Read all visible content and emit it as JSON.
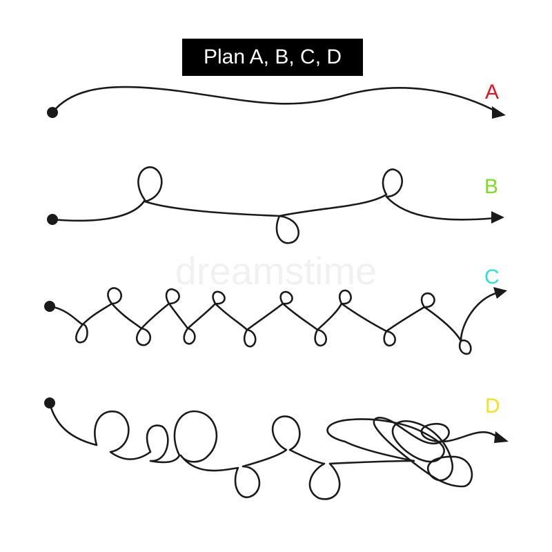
{
  "title": "Plan A, B, C, D",
  "plans": [
    {
      "label": "A",
      "color": "#e8121c"
    },
    {
      "label": "B",
      "color": "#7ddc1f"
    },
    {
      "label": "C",
      "color": "#26e0e0"
    },
    {
      "label": "D",
      "color": "#f2e21a"
    }
  ],
  "watermark": "dreamstime"
}
